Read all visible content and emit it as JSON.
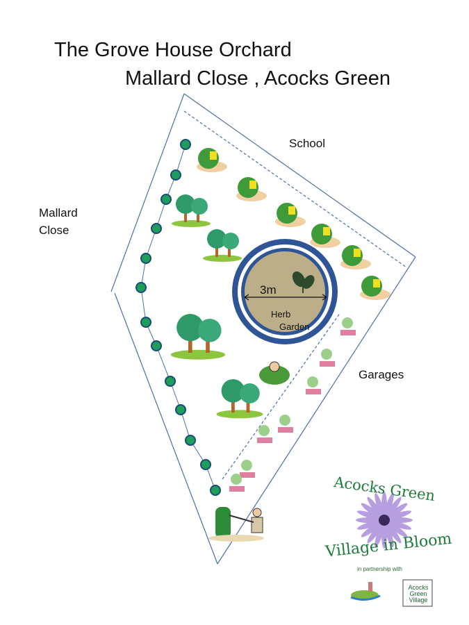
{
  "title": {
    "line1": "The Grove House Orchard",
    "line2": "Mallard Close , Acocks Green"
  },
  "labels": {
    "school": "School",
    "mallard_close": "Mallard\nClose",
    "mallard_line1": "Mallard",
    "mallard_line2": "Close",
    "garages": "Garages"
  },
  "herb_garden": {
    "diameter": "3m",
    "line1": "Herb",
    "line2": "Garden"
  },
  "logo": {
    "top": "Acocks Green",
    "bottom": "Village in Bloom",
    "subtitle": "in partnership with",
    "partner": "Acocks Green Village"
  },
  "colors": {
    "ring": "#2f5597",
    "herb_fill": "#bcae88",
    "dot": "#1e9e5a",
    "boundary": "#4a6ea8"
  }
}
